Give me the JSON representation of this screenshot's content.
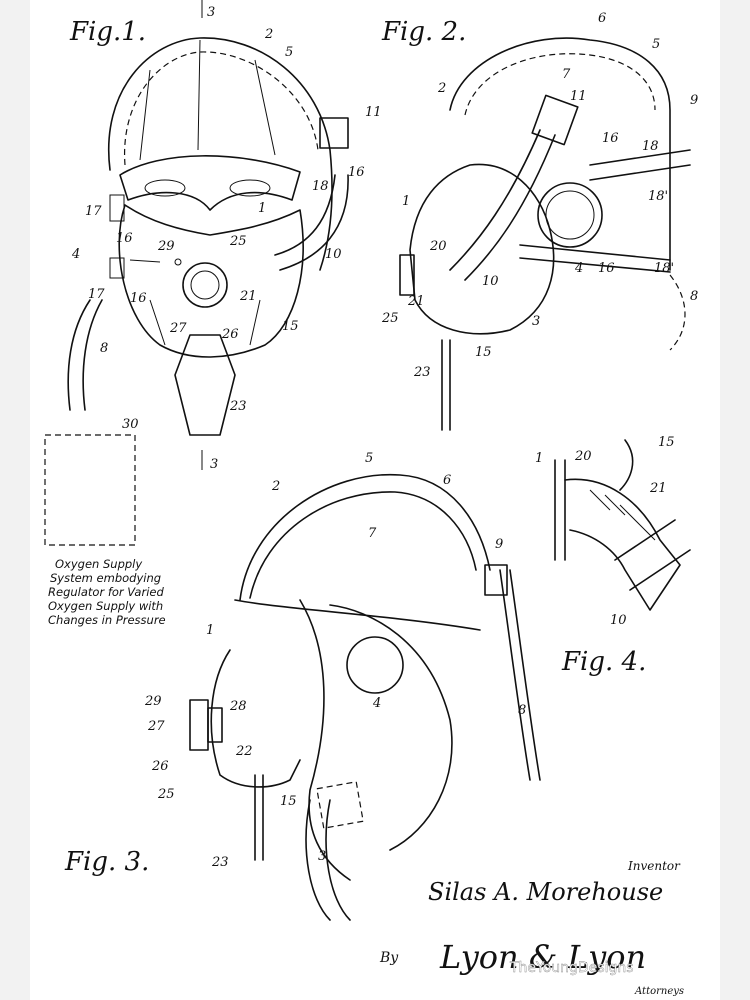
{
  "figures": {
    "fig1": "Fig.1.",
    "fig2": "Fig. 2.",
    "fig3": "Fig. 3.",
    "fig4": "Fig. 4."
  },
  "box_note": [
    "Oxygen Supply",
    "System embodying",
    "Regulator for Varied",
    "Oxygen Supply with",
    "Changes in Pressure"
  ],
  "inventor_label": "Inventor",
  "inventor_name": "Silas A. Morehouse",
  "by_label": "By",
  "attorney_signature": "Lyon & Lyon",
  "attorneys_label": "Attorneys",
  "watermark": "TheYoungDesigns",
  "ref_numbers": {
    "fig1": [
      "3",
      "2",
      "5",
      "11",
      "16",
      "18",
      "17",
      "16",
      "4",
      "17",
      "16",
      "29",
      "1",
      "25",
      "10",
      "21",
      "27",
      "26",
      "15",
      "8",
      "23",
      "3",
      "30"
    ],
    "fig2": [
      "6",
      "5",
      "7",
      "2",
      "11",
      "9",
      "18",
      "16",
      "18'",
      "1",
      "20",
      "10",
      "4",
      "16",
      "18'",
      "8",
      "25",
      "21",
      "3",
      "15",
      "23"
    ],
    "fig3": [
      "5",
      "2",
      "6",
      "7",
      "9",
      "1",
      "4",
      "8",
      "29",
      "28",
      "27",
      "22",
      "26",
      "25",
      "15",
      "23",
      "3"
    ],
    "fig4": [
      "1",
      "20",
      "15",
      "21",
      "10"
    ]
  }
}
